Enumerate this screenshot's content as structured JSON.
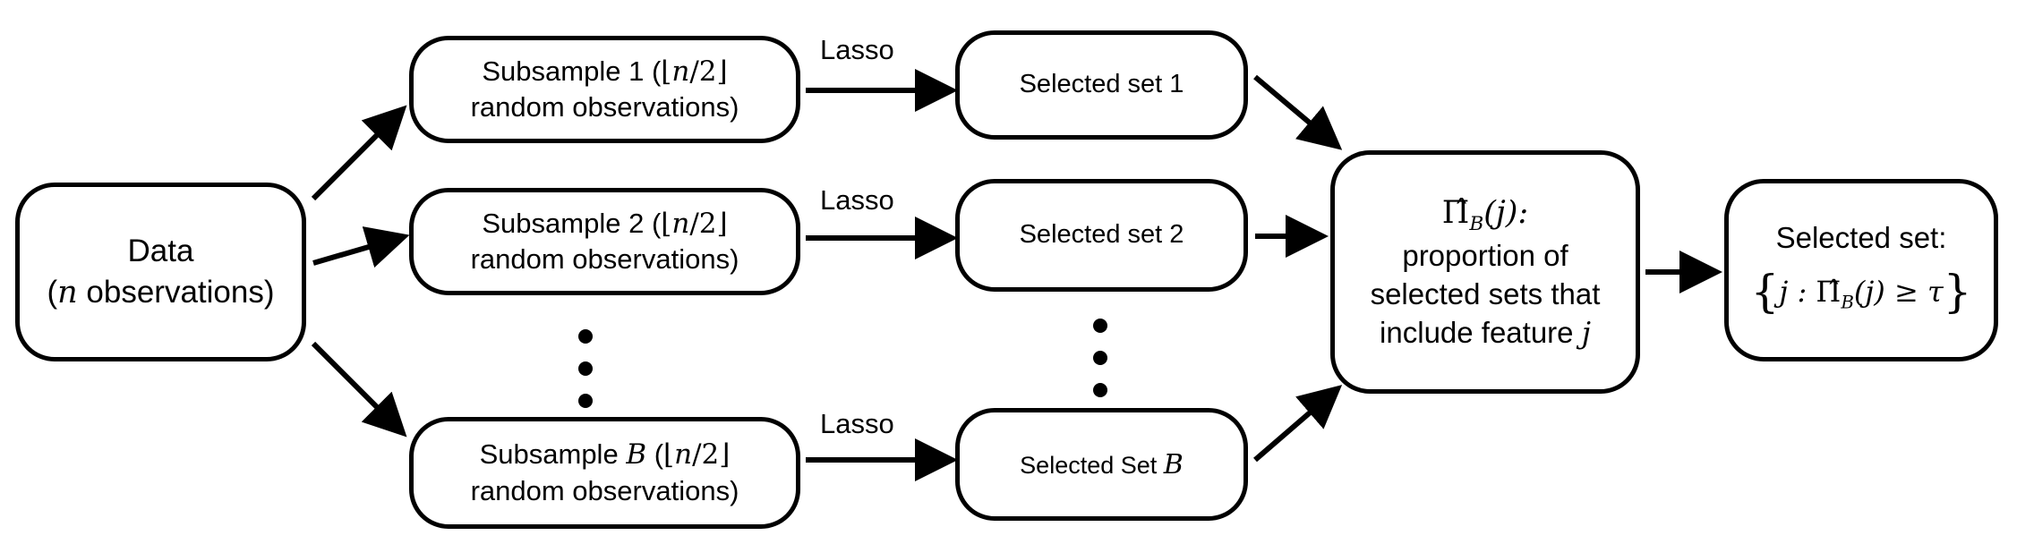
{
  "diagram": {
    "data_node": {
      "title": "Data",
      "detail_var": "n",
      "detail_text": " observations)",
      "paren_open": "("
    },
    "subsamples": [
      {
        "prefix": "Subsample ",
        "index": "1",
        "floor_text": "n",
        "floor_div": "/2",
        "suffix": "random observations)"
      },
      {
        "prefix": "Subsample ",
        "index": "2",
        "floor_text": "n",
        "floor_div": "/2",
        "suffix": "random observations)"
      },
      {
        "prefix": "Subsample ",
        "index": "B",
        "floor_text": "n",
        "floor_div": "/2",
        "suffix": "random observations)"
      }
    ],
    "edge_label": "Lasso",
    "selected_sets": [
      {
        "text": "Selected set ",
        "index": "1"
      },
      {
        "text": "Selected set ",
        "index": "2"
      },
      {
        "text": "Selected Set ",
        "index": "B"
      }
    ],
    "proportion_node": {
      "symbol": "Π̂",
      "subscript": "B",
      "arg": "(j):",
      "line2": "proportion of",
      "line3": "selected sets that",
      "line4": "include feature ",
      "line4_var": "j"
    },
    "final_node": {
      "title": "Selected set:",
      "formula_left": "j : ",
      "symbol": "Π̂",
      "subscript": "B",
      "formula_right": "(j) ≥ τ"
    }
  }
}
